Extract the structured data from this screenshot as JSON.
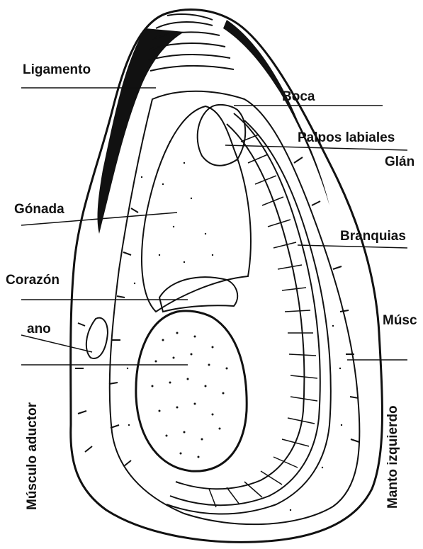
{
  "labels": {
    "ligamento": "Ligamento",
    "boca": "Boca",
    "palpos": "Palpos labiales",
    "glandula": "Glán",
    "gonada": "Gónada",
    "branquias": "Branquias",
    "corazon": "Corazón",
    "musculo_right": "Músc",
    "ano": "ano",
    "musculo_aductor": "Músculo aductor",
    "manto_izquierdo": "Manto izquierdo"
  },
  "colors": {
    "ink": "#111111",
    "paper": "#ffffff"
  }
}
